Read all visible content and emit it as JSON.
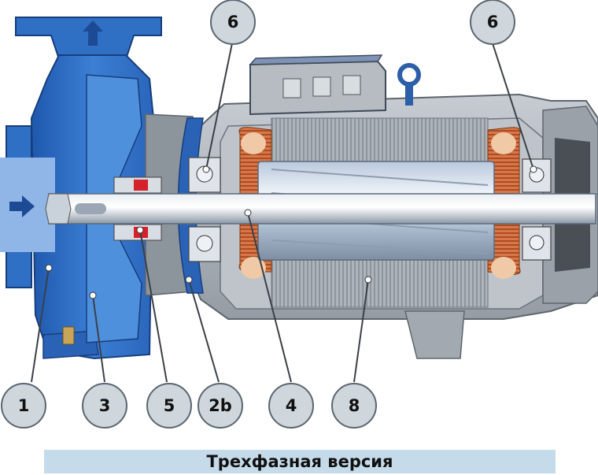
{
  "callouts": [
    {
      "id": "c1",
      "label": "1"
    },
    {
      "id": "c3",
      "label": "3"
    },
    {
      "id": "c5",
      "label": "5"
    },
    {
      "id": "c2b",
      "label": "2b"
    },
    {
      "id": "c4",
      "label": "4"
    },
    {
      "id": "c8",
      "label": "8"
    },
    {
      "id": "c6a",
      "label": "6"
    },
    {
      "id": "c6b",
      "label": "6"
    }
  ],
  "caption": "Трехфазная версия",
  "colors": {
    "pump_blue": "#2f6fc4",
    "pump_blue_dark": "#1f4f9a",
    "motor_gray": "#a9afb6",
    "winding_copper": "#c4622f",
    "caption_bg": "#c5dbe9"
  }
}
